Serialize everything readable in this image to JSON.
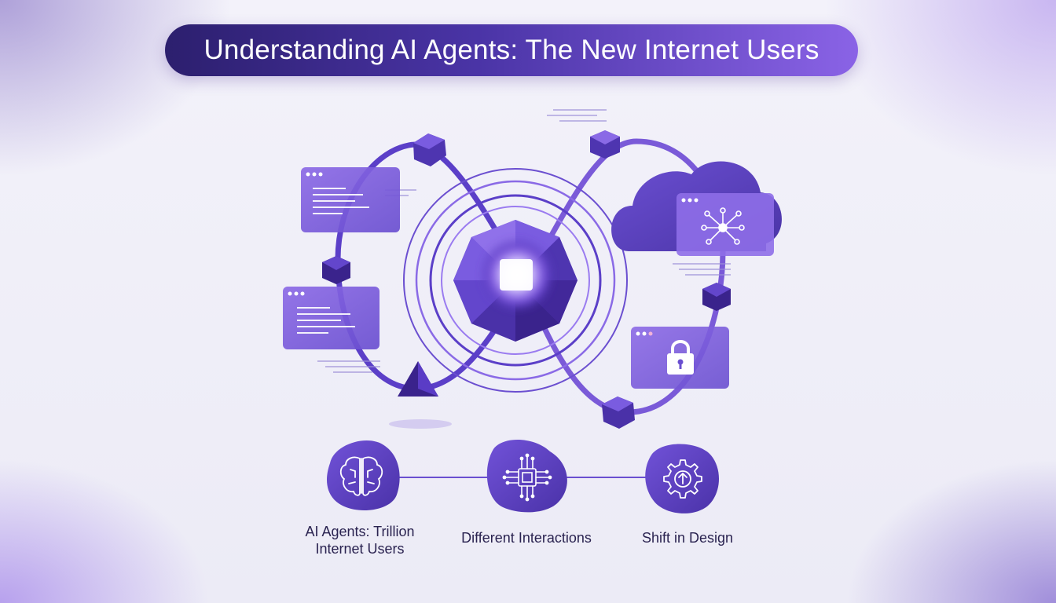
{
  "title": "Understanding AI Agents: The New Internet Users",
  "steps": [
    {
      "label": "AI Agents: Trillion Internet Users",
      "icon": "brain-icon"
    },
    {
      "label": "Different Interactions",
      "icon": "chip-icon"
    },
    {
      "label": "Shift in Design",
      "icon": "gear-upload-icon"
    }
  ],
  "colors": {
    "primary": "#5b3fc8",
    "dark": "#2c1f6e",
    "light": "#9a7bf0",
    "accent": "#8a63e6"
  }
}
